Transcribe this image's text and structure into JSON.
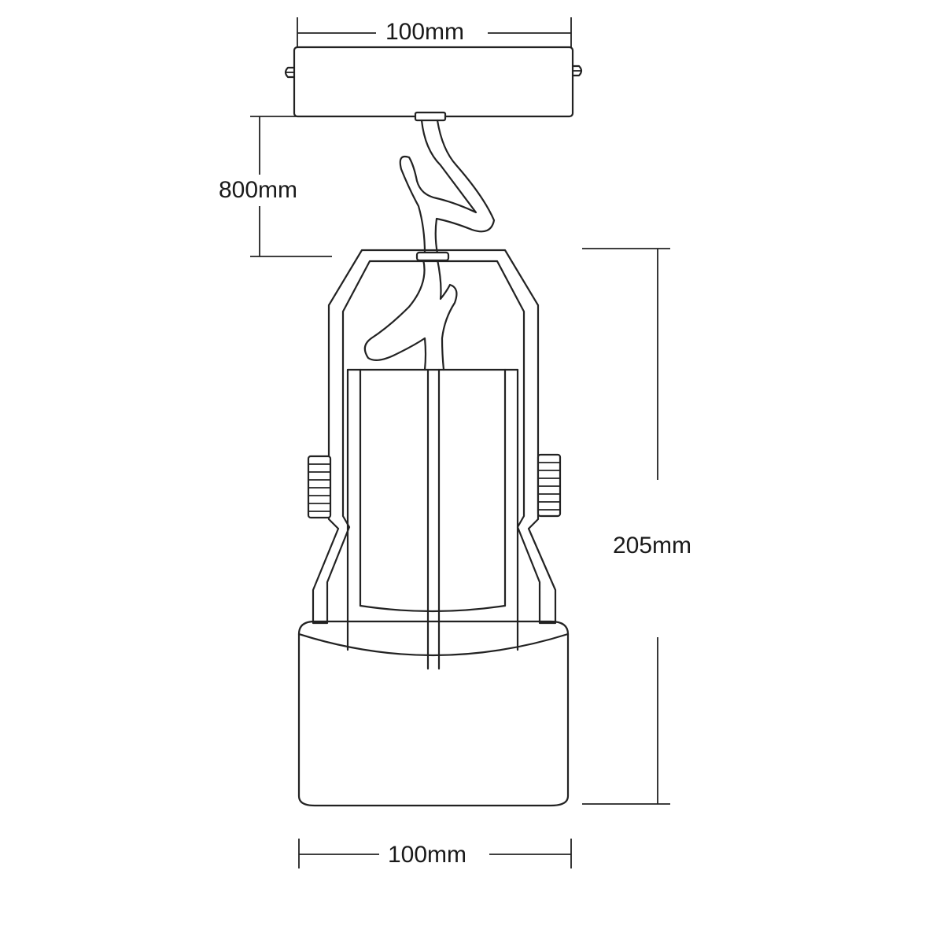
{
  "diagram": {
    "dimensions": {
      "canopy_width": "100mm",
      "cable_length": "800mm",
      "total_height": "205mm",
      "shade_diameter": "100mm"
    },
    "stroke_color": "#222222",
    "background_color": "#ffffff"
  }
}
